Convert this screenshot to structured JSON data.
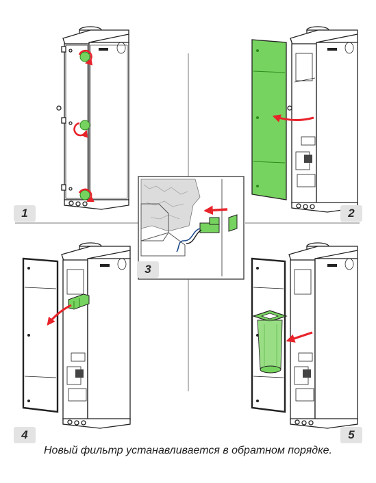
{
  "steps": [
    {
      "number": "1"
    },
    {
      "number": "2"
    },
    {
      "number": "3"
    },
    {
      "number": "4"
    },
    {
      "number": "5"
    }
  ],
  "caption": "Новый фильтр устанавливается в обратном порядке.",
  "colors": {
    "highlight_green": "#77d35f",
    "arrow_red": "#e8232a",
    "outline": "#222222",
    "divider": "#7a7a7a",
    "badge_bg": "#e3e3e3"
  }
}
